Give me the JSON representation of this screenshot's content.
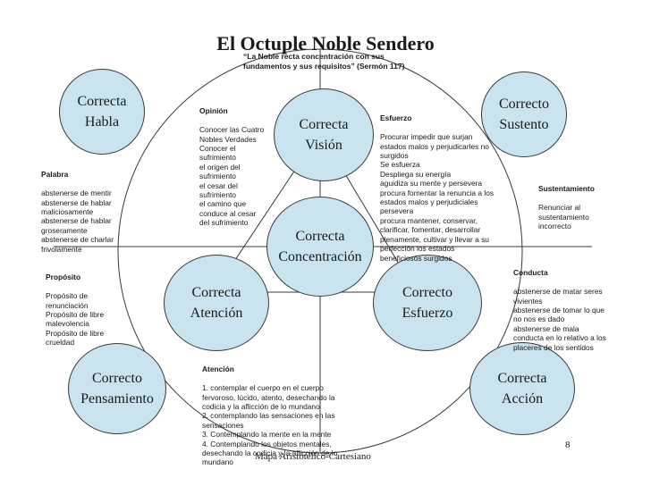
{
  "title": "El Octuple Noble Sendero",
  "subtitle": "“La Noble recta concentración con sus fundamentos y sus requisitos” (Sermón 117)",
  "circles": {
    "habla": {
      "line1": "Correcta",
      "line2": "Habla"
    },
    "sustento": {
      "line1": "Correcto",
      "line2": "Sustento"
    },
    "vision": {
      "line1": "Correcta",
      "line2": "Visión"
    },
    "concentracion": {
      "line1": "Correcta",
      "line2": "Concentración"
    },
    "atencion": {
      "line1": "Correcta",
      "line2": "Atención"
    },
    "esfuerzo": {
      "line1": "Correcto",
      "line2": "Esfuerzo"
    },
    "pensamiento": {
      "line1": "Correcto",
      "line2": "Pensamiento"
    },
    "accion": {
      "line1": "Correcta",
      "line2": "Acción"
    }
  },
  "notes": {
    "opinion": {
      "heading": "Opinión",
      "body": "Conocer las Cuatro\nNobles Verdades\nConocer el\nsufrimiento\nel origen del\nsufrimiento\nel cesar del\nsufrimiento\nel camino que\nconduce al cesar\ndel sufrimiento"
    },
    "esfuerzo": {
      "heading": "Esfuerzo",
      "body": "Procurar impedir que surjan\nestados malos y perjudicarles no\nsurgidos\nSe esfuerza\nDespliega su energía\naguidiza su mente y persevera\nprocura fomentar la renuncia a los\nestados malos y perjudiciales\npersevera\nprocura mantener, conservar,\nclarificar, fomentar, desarrollar\nplenamente, cultivar y llevar a su\nperfección los estados\nbeneficiosos surgidos"
    },
    "palabra": {
      "heading": "Palabra",
      "body": "abstenerse de mentir\nabstenerse de hablar\nmaliciosamente\nabstenerse de hablar\ngroseramente\nabstenerse de charlar\nfrivolamente"
    },
    "sustentamiento": {
      "heading": "Sustentamiento",
      "body": "Renunciar al\nsustentamiento\nincorrecto"
    },
    "proposito": {
      "heading": "Propósito",
      "body": "Propósito de\nrenunciación\nPropósito de libre\nmalevolencia\nPropósito de libre\ncrueldad"
    },
    "conducta": {
      "heading": "Conducta",
      "body": "abstenerse de matar seres\nvivientes\nabstenerse de tomar lo que\nno nos es dado\nabstenerse de mala\nconducta en lo relativo a los\nplaceres de los sentidos"
    },
    "atencion": {
      "heading": "Atención",
      "body": "1. contemplar el cuerpo en el cuerpo\nfervoroso, lúcido, atento, desechando la\ncodicia y la aflicción de lo mundano\n2. contemplando las sensaciones en las\nsensaciones\n3. Contemplando la mente en la mente\n4. Contemplando los objetos mentales,\ndesechando la codicia y la aflicción de lo\nmundano"
    }
  },
  "footer": "Mapa Aristotélico-Cartesiano",
  "page_number": "8",
  "colors": {
    "circle_fill": "#c9e4ee",
    "line": "#3a3a3a"
  }
}
